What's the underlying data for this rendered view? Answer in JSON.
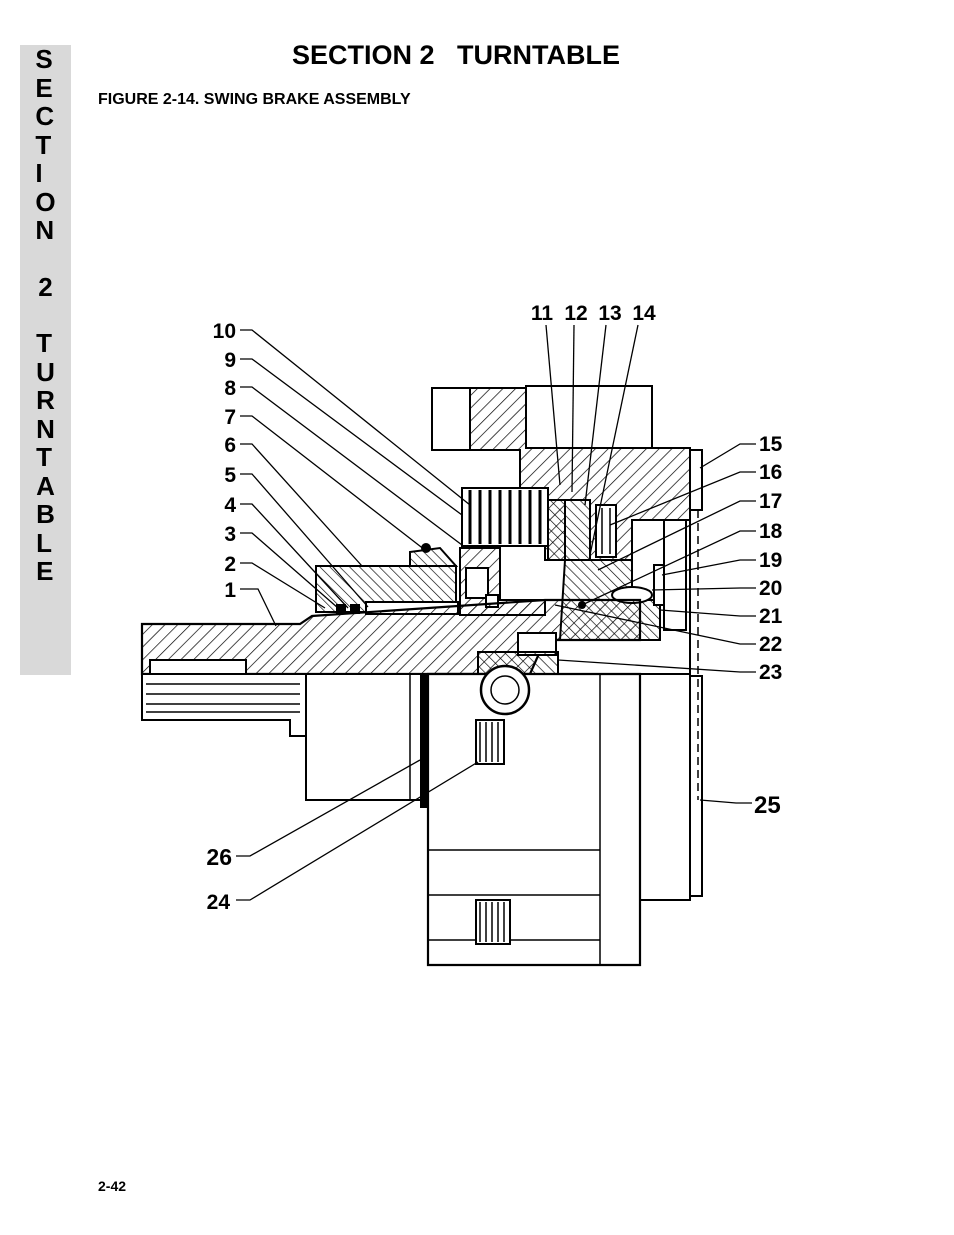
{
  "side_tab": {
    "word1": [
      "S",
      "E",
      "C",
      "T",
      "I",
      "O",
      "N"
    ],
    "word2": [
      "2"
    ],
    "word3": [
      "T",
      "U",
      "R",
      "N",
      "T",
      "A",
      "B",
      "L",
      "E"
    ]
  },
  "header": {
    "section_title": "SECTION 2   TURNTABLE",
    "figure_title": "FIGURE 2-14.  SWING BRAKE ASSEMBLY"
  },
  "callouts": {
    "left": [
      "10",
      "9",
      "8",
      "7",
      "6",
      "5",
      "4",
      "3",
      "2",
      "1"
    ],
    "top": [
      "11",
      "12",
      "13",
      "14"
    ],
    "right": [
      "15",
      "16",
      "17",
      "18",
      "19",
      "20",
      "21",
      "22",
      "23",
      "25"
    ],
    "bottom_left": [
      "26",
      "24"
    ]
  },
  "footer": {
    "page_number": "2-42"
  }
}
